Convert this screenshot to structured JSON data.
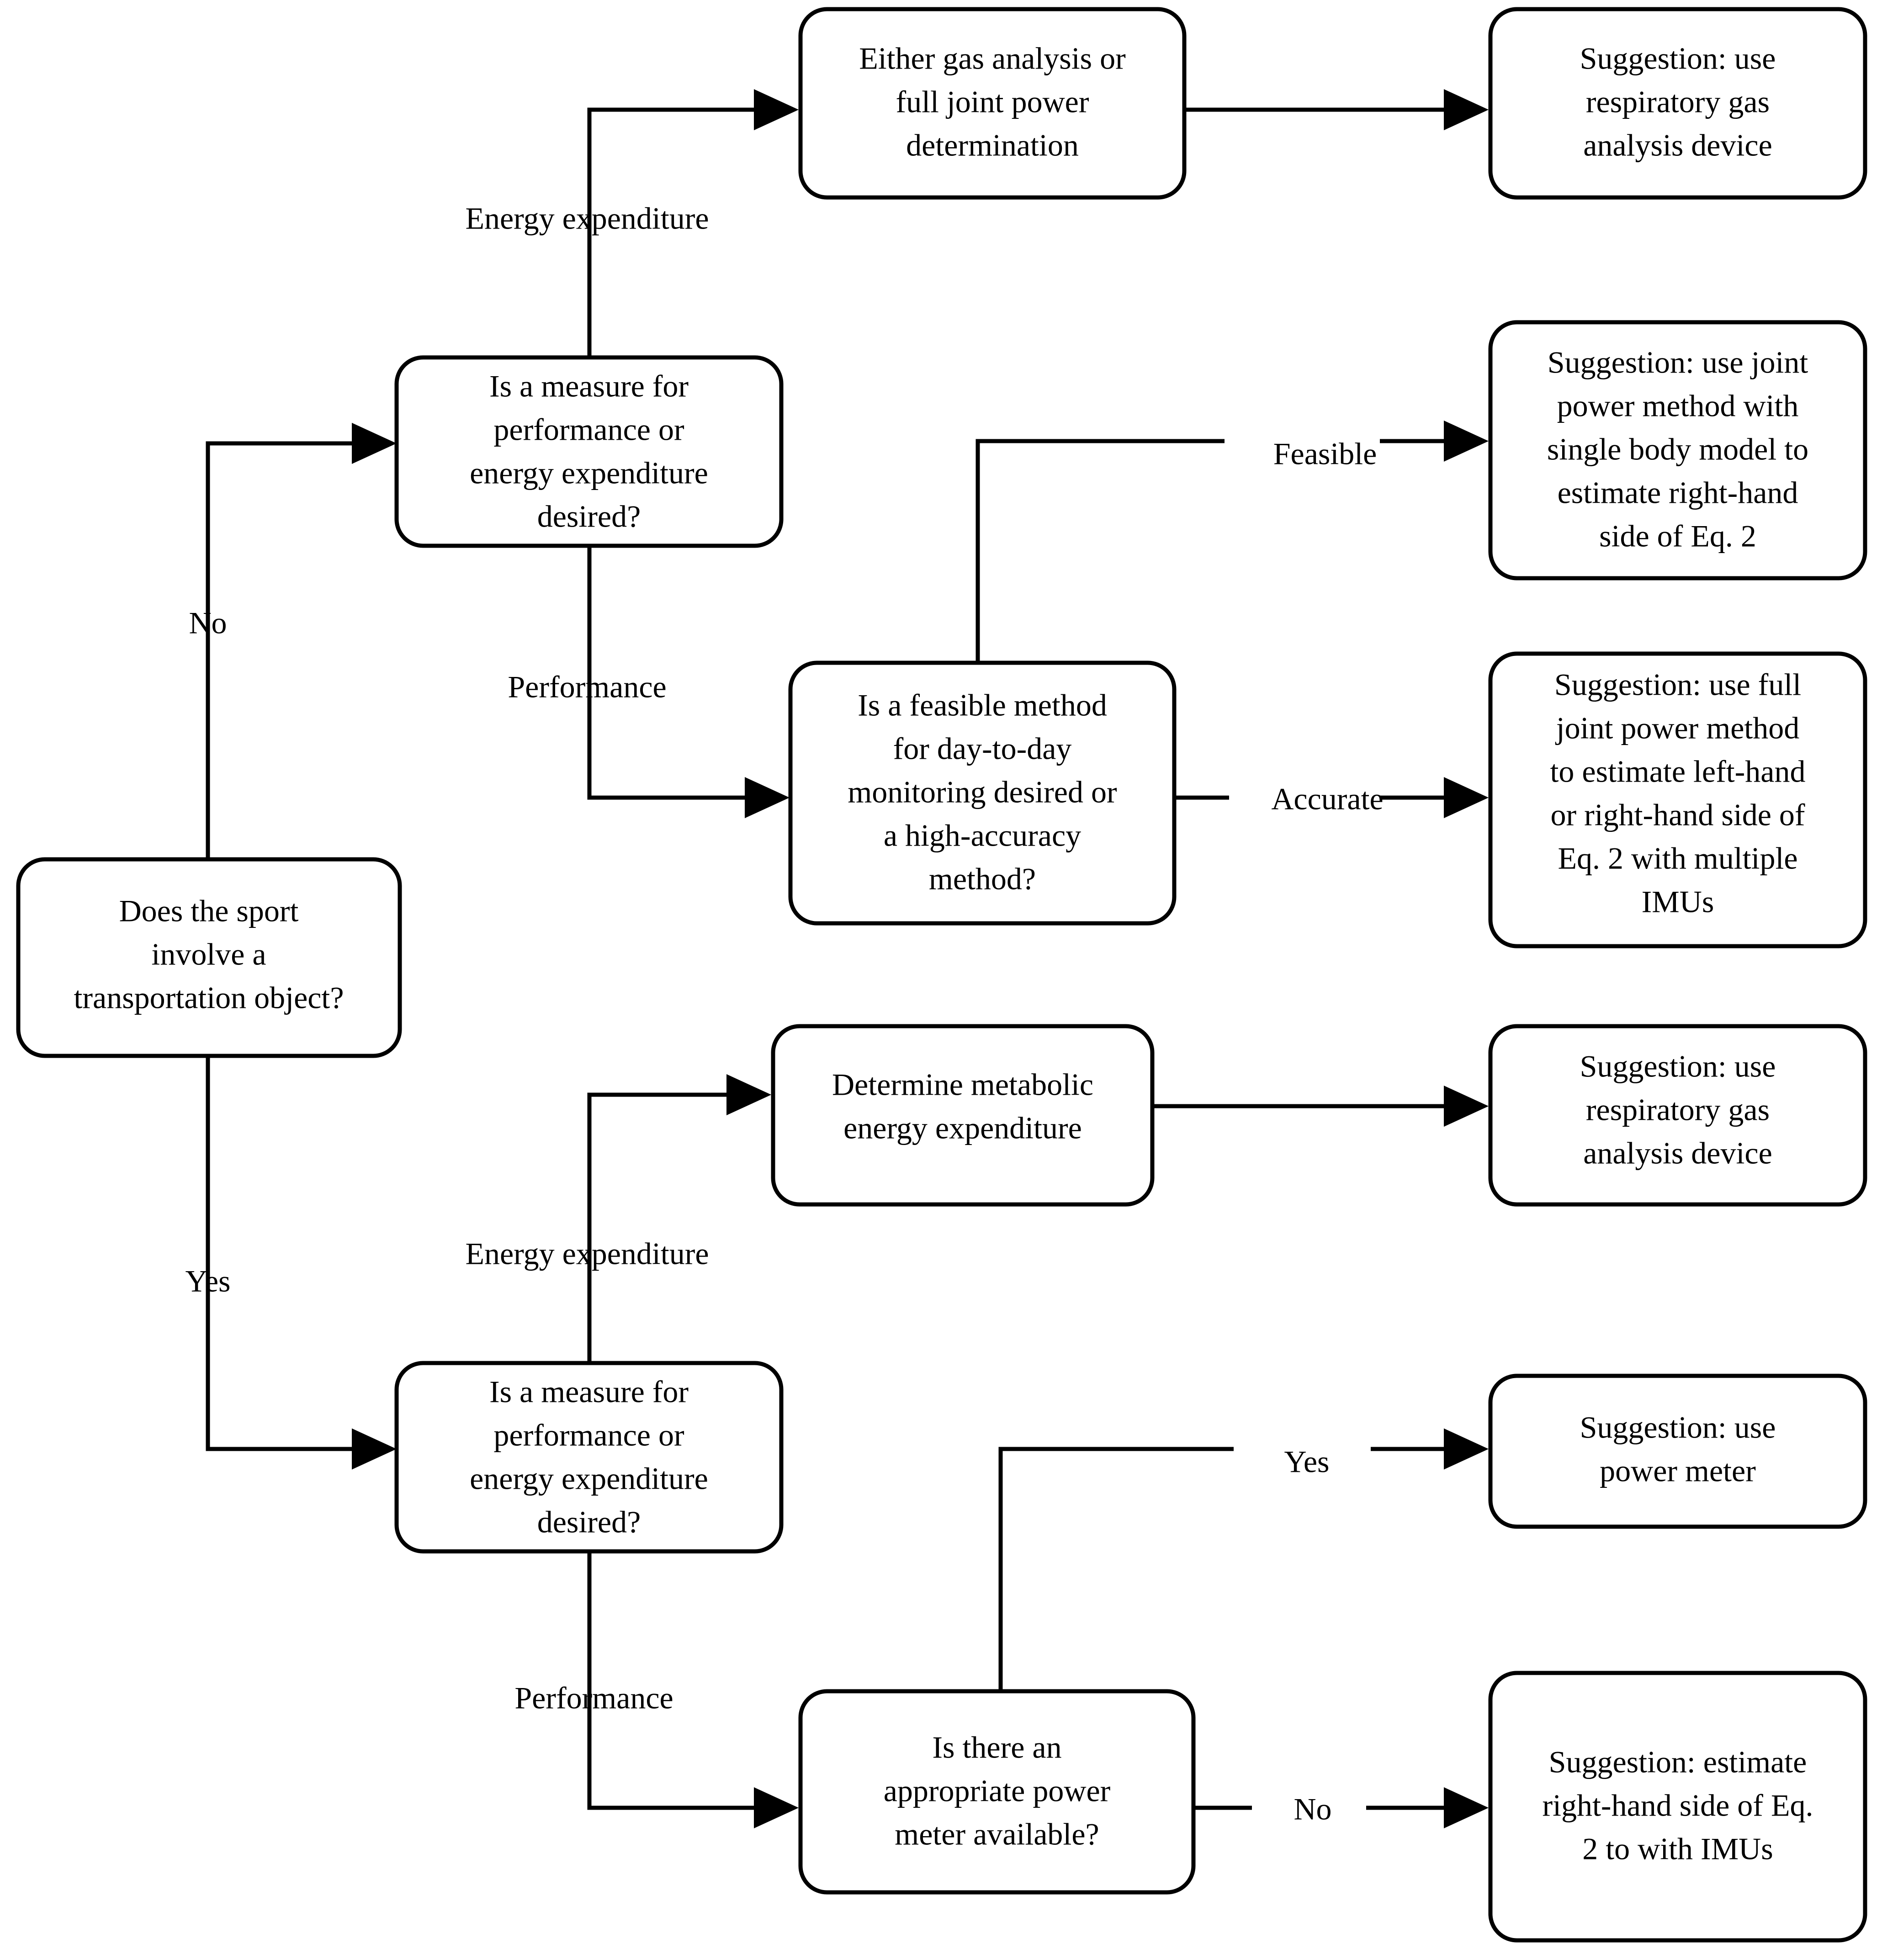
{
  "diagram": {
    "title": "Sports measurement method selection flowchart",
    "background_color": "#ffffff",
    "line_color": "#000000",
    "box_fill": "#ffffff"
  },
  "nodes": {
    "start_sport": {
      "id": "start-sport",
      "lines": [
        "Does the sport",
        "involve a",
        "transportation object?"
      ]
    },
    "measure_top": {
      "id": "measure-question-top",
      "lines": [
        "Is a measure for",
        "performance or",
        "energy expenditure",
        "desired?"
      ]
    },
    "gas_or_joint": {
      "id": "gas-or-joint-power",
      "lines": [
        "Either gas analysis or",
        "full joint power",
        "determination"
      ]
    },
    "resp_gas_top": {
      "id": "suggestion-respiratory-gas-top",
      "lines": [
        "Suggestion: use",
        "respiratory gas",
        "analysis device"
      ]
    },
    "feasible_method": {
      "id": "feasible-method-question",
      "lines": [
        "Is a feasible method",
        "for day-to-day",
        "monitoring desired or",
        "a high-accuracy",
        "method?"
      ]
    },
    "joint_single_body": {
      "id": "suggestion-joint-single-body",
      "lines": [
        "Suggestion: use joint",
        "power method with",
        "single body model to",
        "estimate right-hand",
        "side of Eq. 2"
      ]
    },
    "joint_full": {
      "id": "suggestion-full-joint-power",
      "lines": [
        "Suggestion: use full",
        "joint power method",
        "to estimate left-hand",
        "or right-hand side of",
        "Eq. 2 with multiple",
        "IMUs"
      ]
    },
    "determine_metabolic": {
      "id": "determine-metabolic",
      "lines": [
        "Determine metabolic",
        "energy expenditure"
      ]
    },
    "resp_gas_bottom": {
      "id": "suggestion-respiratory-gas-bottom",
      "lines": [
        "Suggestion: use",
        "respiratory gas",
        "analysis device"
      ]
    },
    "measure_bottom": {
      "id": "measure-question-bottom",
      "lines": [
        "Is a measure for",
        "performance or",
        "energy expenditure",
        "desired?"
      ]
    },
    "power_meter_q": {
      "id": "power-meter-question",
      "lines": [
        "Is there an",
        "appropriate power",
        "meter available?"
      ]
    },
    "use_power_meter": {
      "id": "suggestion-use-power-meter",
      "lines": [
        "Suggestion: use",
        "power meter"
      ]
    },
    "estimate_imus": {
      "id": "suggestion-estimate-imus",
      "lines": [
        "Suggestion: estimate",
        "right-hand side of Eq.",
        "2 to with IMUs"
      ]
    }
  },
  "edge_labels": {
    "no_branch": "No",
    "yes_branch": "Yes",
    "energy_expenditure_top": "Energy expenditure",
    "performance_top": "Performance",
    "feasible": "Feasible",
    "accurate": "Accurate",
    "energy_expenditure_bottom": "Energy expenditure",
    "performance_bottom": "Performance",
    "yes_power_meter": "Yes",
    "no_power_meter": "No"
  }
}
